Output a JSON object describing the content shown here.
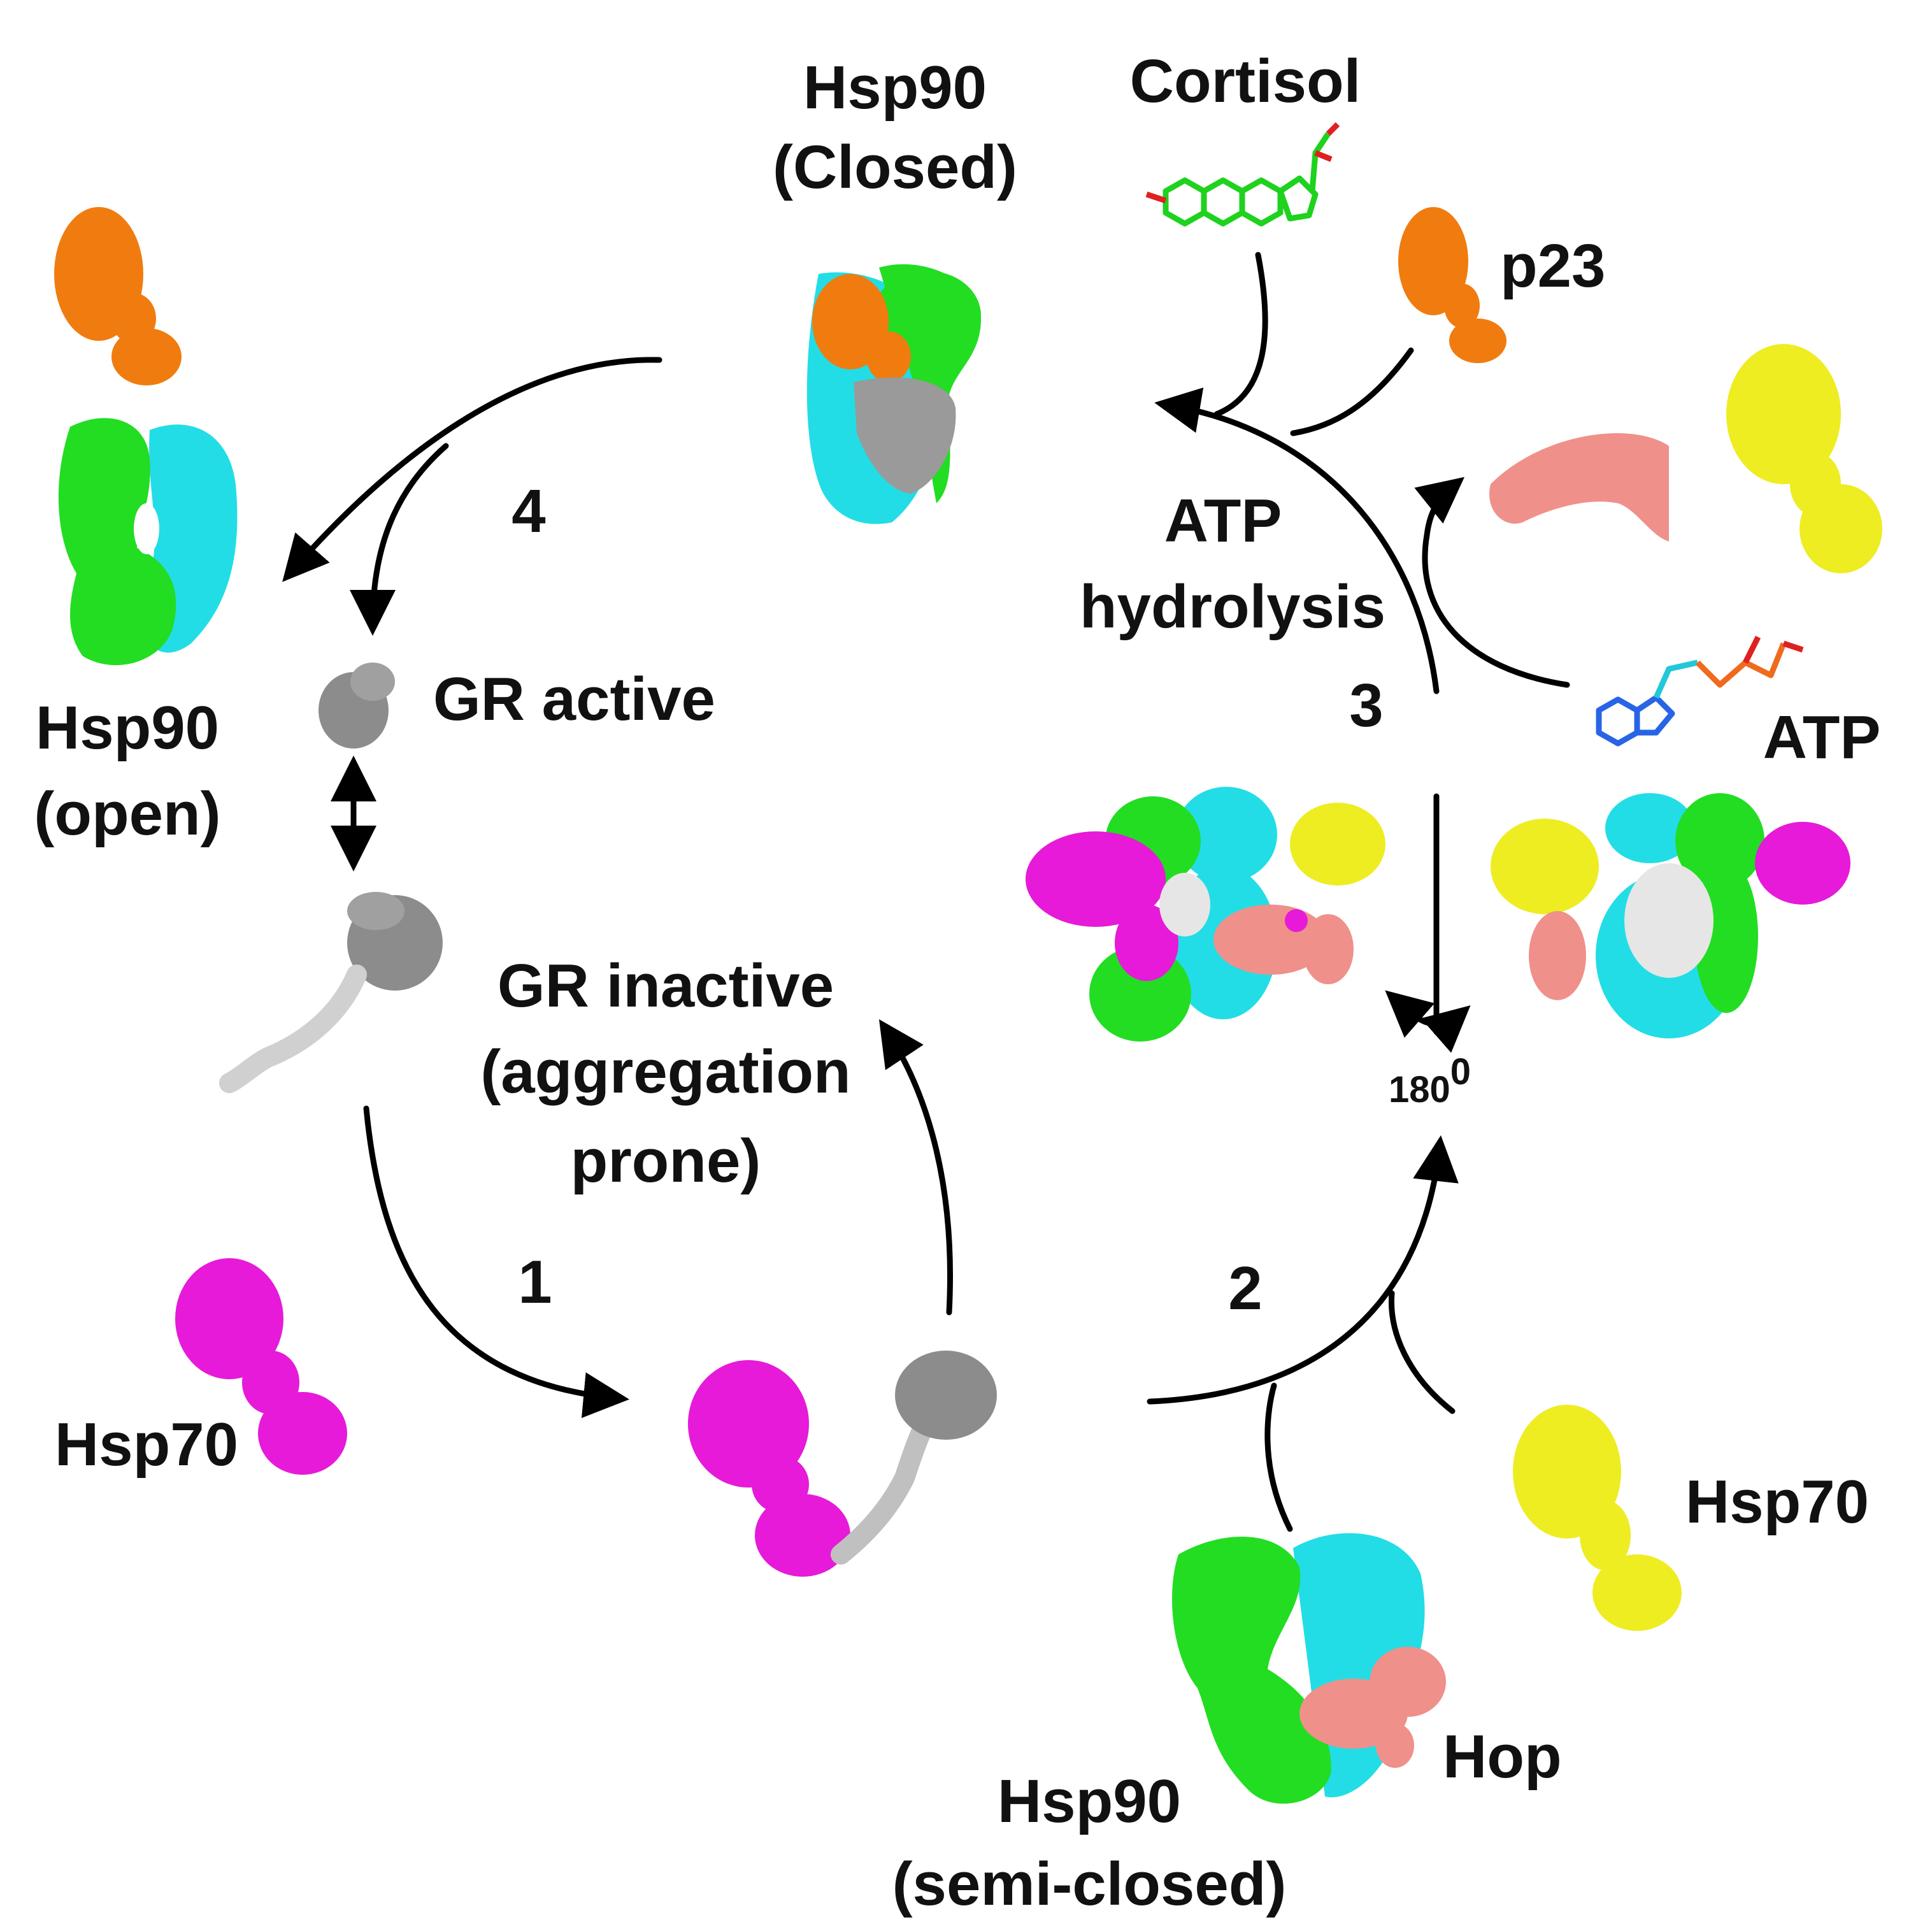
{
  "labels": {
    "hsp90_closed_1": "Hsp90",
    "hsp90_closed_2": "(Closed)",
    "cortisol": "Cortisol",
    "p23": "p23",
    "atp_hydrolysis_1": "ATP",
    "atp_hydrolysis_2": "hydrolysis",
    "atp": "ATP",
    "hsp90_open_1": "Hsp90",
    "hsp90_open_2": "(open)",
    "gr_active": "GR active",
    "gr_inactive_1": "GR inactive",
    "gr_inactive_2": "(aggregation",
    "gr_inactive_3": "prone)",
    "hsp70_left": "Hsp70",
    "hsp70_right": "Hsp70",
    "hop": "Hop",
    "hsp90_semi_1": "Hsp90",
    "hsp90_semi_2": "(semi-closed)",
    "rotation": "180",
    "rotation_sup": "0"
  },
  "steps": {
    "step1": "1",
    "step2": "2",
    "step3": "3",
    "step4": "4"
  },
  "colors": {
    "hsp90_a": "#22dd22",
    "hsp90_b": "#22dde6",
    "p23": "#f07c10",
    "gr_active": "#8c8c8c",
    "gr_inactive": "#b5b5b5",
    "hsp70_magenta": "#e61ad8",
    "hsp70_yellow": "#eded22",
    "hop": "#f0908a",
    "cortisol": "#1ed21e",
    "atp_carbon": "#22c8d8",
    "atp_phosphate": "#f06a1e",
    "arrow": "#000000"
  }
}
